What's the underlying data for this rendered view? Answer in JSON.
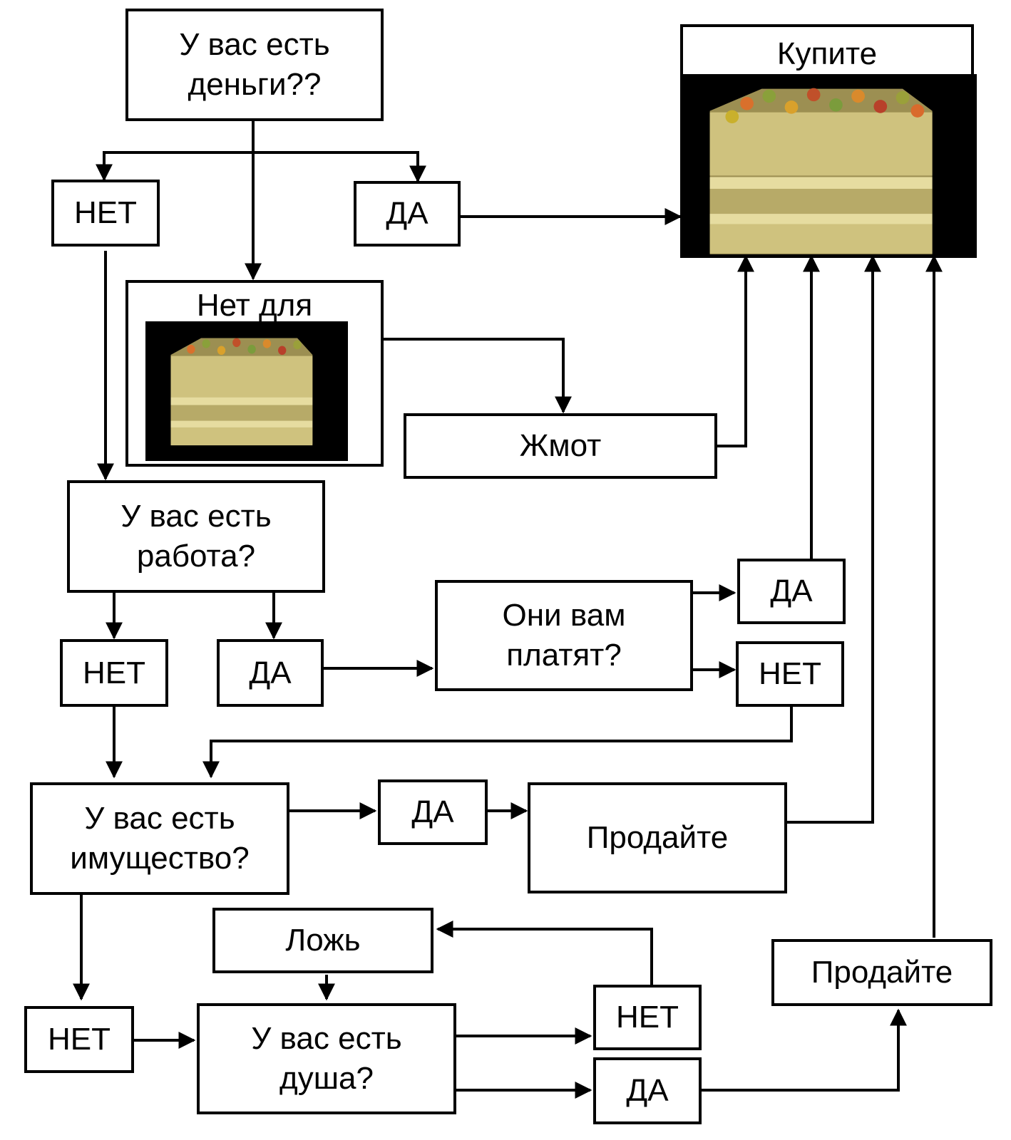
{
  "nodes": {
    "have_money": "У вас есть\nденьги??",
    "buy": "Купите",
    "no_1": "НЕТ",
    "yes_1": "ДА",
    "not_for_title": "Нет для",
    "cheapskate": "Жмот",
    "have_job": "У вас есть\nработа?",
    "no_2": "НЕТ",
    "yes_2": "ДА",
    "they_pay": "Они вам\nплатят?",
    "yes_3": "ДА",
    "no_3": "НЕТ",
    "have_property": "У вас есть\nимущество?",
    "yes_4": "ДА",
    "sell_1": "Продайте",
    "lie": "Ложь",
    "no_4": "НЕТ",
    "have_soul": "У вас есть\nдуша?",
    "no_5": "НЕТ",
    "yes_5": "ДА",
    "sell_2": "Продайте"
  },
  "images": {
    "cake_large": "cake-image",
    "cake_small": "cake-image"
  },
  "colors": {
    "line": "#000000",
    "panel_bg": "#000000",
    "cake_body": "#cfc27e",
    "cake_shadow": "#9c8f52"
  }
}
